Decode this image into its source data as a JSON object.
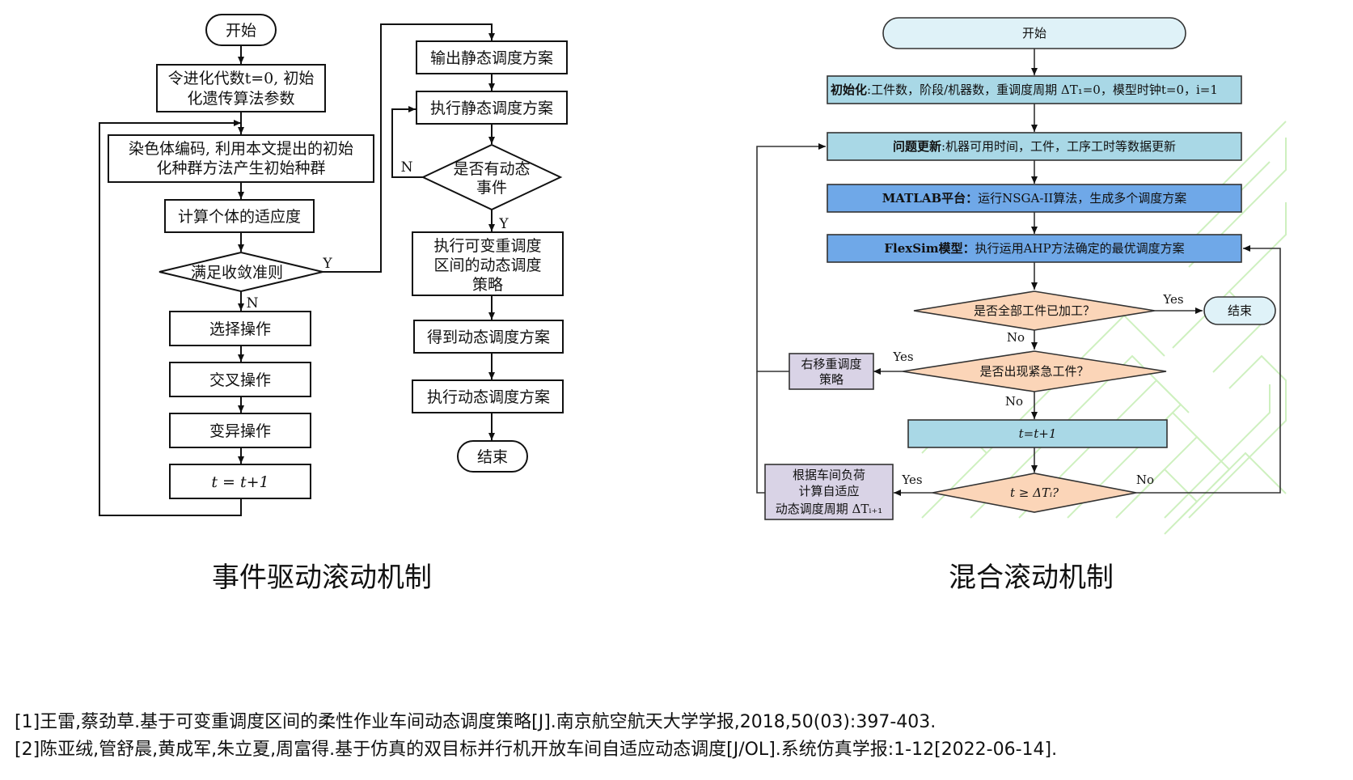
{
  "captions": {
    "left": "事件驱动滚动机制",
    "right": "混合滚动机制"
  },
  "references": [
    "[1]王雷,蔡劲草.基于可变重调度区间的柔性作业车间动态调度策略[J].南京航空航天大学学报,2018,50(03):397-403.",
    "[2]陈亚绒,管舒晨,黄成军,朱立夏,周富得.基于仿真的双目标并行机开放车间自适应动态调度[J/OL].系统仿真学报:1-12[2022-06-14]."
  ],
  "left_flow": {
    "start": "开始",
    "init_l1": "令进化代数t=0, 初始",
    "init_l2": "化遗传算法参数",
    "encode_l1": "染色体编码, 利用本文提出的初始",
    "encode_l2": "化种群方法产生初始种群",
    "fitness": "计算个体的适应度",
    "converge": "满足收敛准则",
    "select": "选择操作",
    "crossover": "交叉操作",
    "mutate": "变异操作",
    "increment": "t = t+1",
    "out_static": "输出静态调度方案",
    "exec_static": "执行静态调度方案",
    "dyn_event_l1": "是否有动态",
    "dyn_event_l2": "事件",
    "var_l1": "执行可变重调度",
    "var_l2": "区间的动态调度",
    "var_l3": "策略",
    "get_dyn": "得到动态调度方案",
    "exec_dyn": "执行动态调度方案",
    "end": "结束",
    "yes": "Y",
    "no": "N"
  },
  "right_flow": {
    "start": "开始",
    "init_bold": "初始化",
    "init_rest": ":工件数，阶段/机器数，重调度周期 ΔT₁=0，模型时钟t=0，i=1",
    "update_bold": "问题更新",
    "update_rest": ":机器可用时间，工件，工序工时等数据更新",
    "matlab_bold": "MATLAB平台：",
    "matlab_rest": "运行NSGA-II算法，生成多个调度方案",
    "flexsim_bold": "FlexSim模型：",
    "flexsim_rest": "执行运用AHP方法确定的最优调度方案",
    "all_done": "是否全部工件已加工？",
    "end": "结束",
    "urgent": "是否出现紧急工件？",
    "shift_l1": "右移重调度",
    "shift_l2": "策略",
    "tick": "t=t+1",
    "period_check": "t ≥ ΔTᵢ?",
    "adaptive_l1": "根据车间负荷",
    "adaptive_l2": "计算自适应",
    "adaptive_l3": "动态调度周期 ΔTᵢ₊₁",
    "yes": "Yes",
    "no": "No"
  },
  "colors": {
    "terminal_fill": "#dff2f8",
    "light_box": "#a9d8e6",
    "blue_box": "#6fa8e8",
    "diamond_fill": "#fbd5b8",
    "purple_box": "#d9d3e6",
    "watermark": "#c9efb9"
  }
}
